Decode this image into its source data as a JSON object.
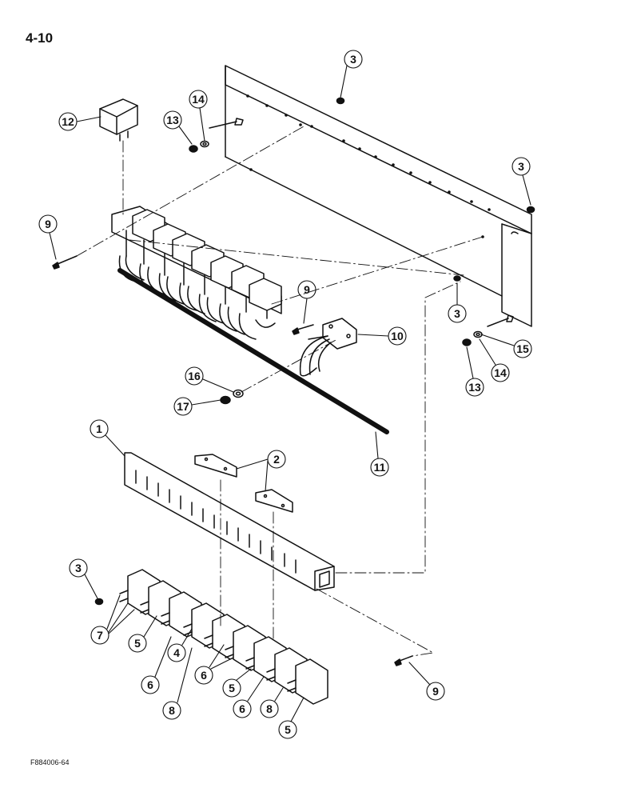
{
  "page_number": "4-10",
  "figure_code": "F884006-64",
  "callouts": [
    {
      "num": "1"
    },
    {
      "num": "2"
    },
    {
      "num": "3"
    },
    {
      "num": "3"
    },
    {
      "num": "3"
    },
    {
      "num": "3"
    },
    {
      "num": "4"
    },
    {
      "num": "5"
    },
    {
      "num": "5"
    },
    {
      "num": "5"
    },
    {
      "num": "6"
    },
    {
      "num": "6"
    },
    {
      "num": "6"
    },
    {
      "num": "7"
    },
    {
      "num": "8"
    },
    {
      "num": "8"
    },
    {
      "num": "9"
    },
    {
      "num": "9"
    },
    {
      "num": "9"
    },
    {
      "num": "10"
    },
    {
      "num": "11"
    },
    {
      "num": "12"
    },
    {
      "num": "13"
    },
    {
      "num": "13"
    },
    {
      "num": "14"
    },
    {
      "num": "14"
    },
    {
      "num": "15"
    },
    {
      "num": "16"
    },
    {
      "num": "17"
    }
  ]
}
